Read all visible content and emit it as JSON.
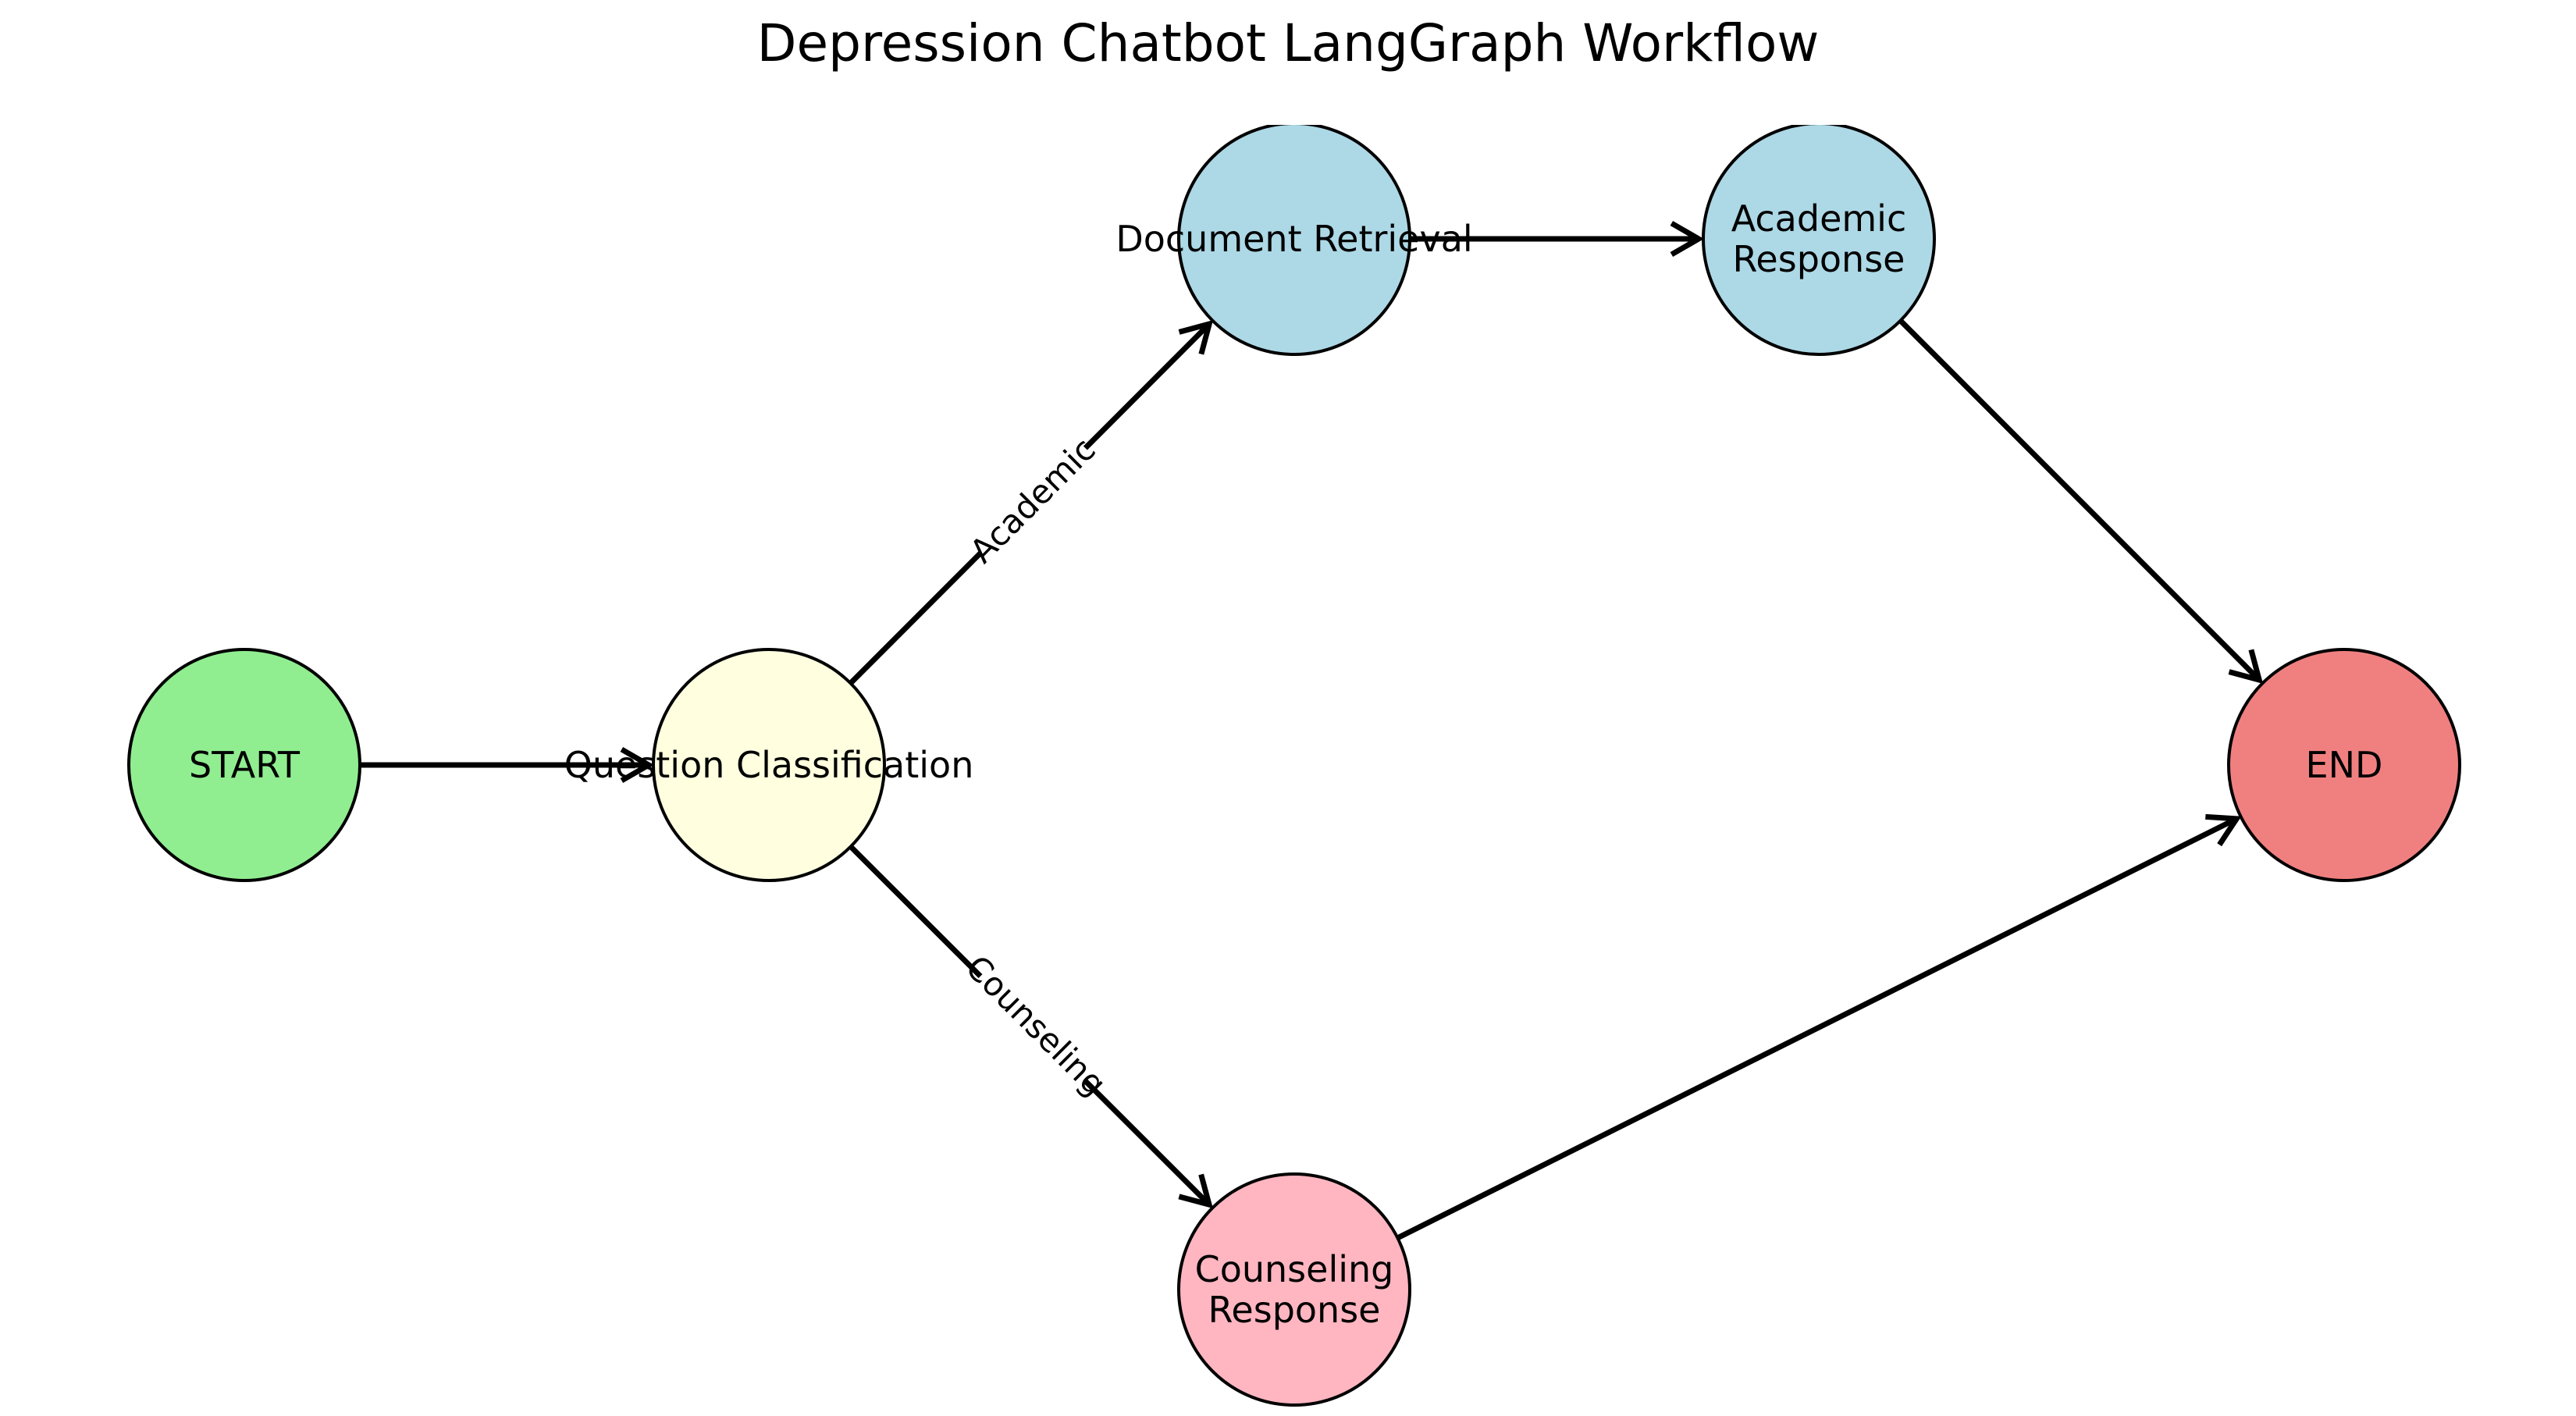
{
  "title": "Depression Chatbot LangGraph Workflow",
  "nodes": [
    {
      "id": "start",
      "label": [
        "START"
      ],
      "color": "#90EE90"
    },
    {
      "id": "question_classification",
      "label": [
        "Question Classification"
      ],
      "color": "#FFFFE0"
    },
    {
      "id": "document_retrieval",
      "label": [
        "Document Retrieval"
      ],
      "color": "#ADD8E6"
    },
    {
      "id": "academic_response",
      "label": [
        "Academic",
        "Response"
      ],
      "color": "#ADD8E6"
    },
    {
      "id": "counseling_response",
      "label": [
        "Counseling",
        "Response"
      ],
      "color": "#FFB6C1"
    },
    {
      "id": "end",
      "label": [
        "END"
      ],
      "color": "#F08080"
    }
  ],
  "edges": [
    {
      "from": "start",
      "to": "question_classification",
      "label": ""
    },
    {
      "from": "question_classification",
      "to": "document_retrieval",
      "label": "Academic"
    },
    {
      "from": "question_classification",
      "to": "counseling_response",
      "label": "Counseling"
    },
    {
      "from": "document_retrieval",
      "to": "academic_response",
      "label": ""
    },
    {
      "from": "academic_response",
      "to": "end",
      "label": ""
    },
    {
      "from": "counseling_response",
      "to": "end",
      "label": ""
    }
  ]
}
